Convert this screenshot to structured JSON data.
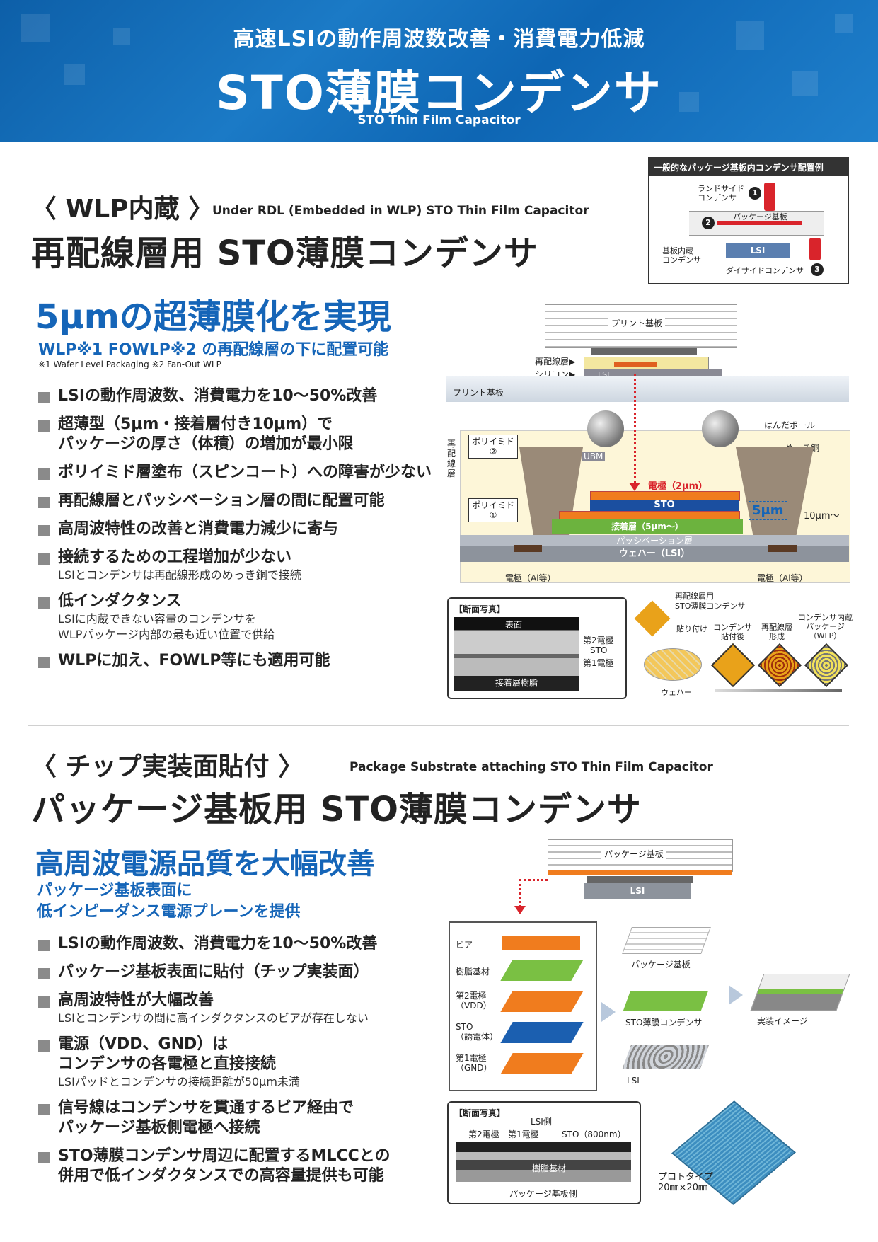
{
  "header": {
    "subtitle": "高速LSIの動作周波数改善・消費電力低減",
    "title": "STO薄膜コンデンサ",
    "title_en": "STO Thin Film Capacitor"
  },
  "layout_box": {
    "title": "一般的なパッケージ基板内コンデンサ配置例",
    "land_side": "ランドサイド\nコンデンサ",
    "package": "パッケージ基板",
    "embedded": "基板内蔵\nコンデンサ",
    "lsi": "LSI",
    "die_side": "ダイサイドコンデンサ",
    "n1": "1",
    "n2": "2",
    "n3": "3"
  },
  "section1": {
    "tag": "〈 WLP内蔵 〉",
    "tag_en": "Under RDL (Embedded in WLP) STO Thin Film Capacitor",
    "title": "再配線層用 STO薄膜コンデンサ",
    "headline": "5μmの超薄膜化を実現",
    "subhead": "WLP※1 FOWLP※2 の再配線層の下に配置可能",
    "note": "※1 Wafer Level Packaging  ※2 Fan-Out WLP",
    "bullets": [
      {
        "main": "LSIの動作周波数、消費電力を10～50%改善",
        "sub": ""
      },
      {
        "main": "超薄型（5μm・接着層付き10μm）で\nパッケージの厚さ（体積）の増加が最小限",
        "sub": ""
      },
      {
        "main": "ポリイミド層塗布（スピンコート）への障害が少ない",
        "sub": ""
      },
      {
        "main": "再配線層とパッシベーション層の間に配置可能",
        "sub": ""
      },
      {
        "main": "高周波特性の改善と消費電力減少に寄与",
        "sub": ""
      },
      {
        "main": "接続するための工程増加が少ない",
        "sub": "LSIとコンデンサは再配線形成のめっき銅で接続"
      },
      {
        "main": "低インダクタンス",
        "sub": "LSIに内蔵できない容量のコンデンサを\nWLPパッケージ内部の最も近い位置で供給"
      },
      {
        "main": "WLPに加え、FOWLP等にも適用可能",
        "sub": ""
      }
    ],
    "diagram": {
      "print_board": "プリント基板",
      "rdl": "再配線層▶",
      "silicon": "シリコン▶",
      "lsi": "LSI",
      "print_board2": "プリント基板",
      "solder_ball": "はんだボール",
      "plated_cu": "めっき銅",
      "polyimide2": "ポリイミド\n②",
      "polyimide1": "ポリイミド\n①",
      "ubm": "UBM",
      "rdl_vertical": "再配線層",
      "electrode": "電極（2μm）",
      "sto": "STO",
      "adhesive": "接着層（5μm～）",
      "passivation": "パッシベーション層",
      "wafer": "ウェハー（LSI）",
      "thickness5": "5μm",
      "thickness10": "10μm～",
      "electrode_al_left": "電極（Al等）",
      "electrode_al_right": "電極（Al等）"
    },
    "photo": {
      "title": "【断面写真】",
      "surface": "表面",
      "e2": "第2電極",
      "sto": "STO",
      "e1": "第1電極",
      "resin": "接着層樹脂"
    },
    "process": {
      "cap_label": "再配線層用\nSTO薄膜コンデンサ",
      "attach": "貼り付け",
      "after_attach": "コンデンサ\n貼付後",
      "rdl_form": "再配線層\n形成",
      "wlp": "コンデンサ内蔵\nパッケージ\n（WLP）",
      "wafer": "ウェハー"
    }
  },
  "section2": {
    "tag": "〈 チップ実装面貼付 〉",
    "tag_en": "Package Substrate attaching STO Thin Film Capacitor",
    "title": "パッケージ基板用 STO薄膜コンデンサ",
    "headline": "高周波電源品質を大幅改善",
    "subhead": "パッケージ基板表面に\n低インピーダンス電源プレーンを提供",
    "bullets": [
      {
        "main": "LSIの動作周波数、消費電力を10～50%改善",
        "sub": ""
      },
      {
        "main": "パッケージ基板表面に貼付（チップ実装面）",
        "sub": ""
      },
      {
        "main": "高周波特性が大幅改善",
        "sub": "LSIとコンデンサの間に高インダクタンスのビアが存在しない"
      },
      {
        "main": "電源（VDD、GND）は\nコンデンサの各電極と直接接続",
        "sub": "LSIパッドとコンデンサの接続距離が50μm未満"
      },
      {
        "main": "信号線はコンデンサを貫通するビア経由で\nパッケージ基板側電極へ接続",
        "sub": ""
      },
      {
        "main": "STO薄膜コンデンサ周辺に配置するMLCCとの\n併用で低インダクタンスでの高容量提供も可能",
        "sub": ""
      }
    ],
    "diagram": {
      "package": "パッケージ基板",
      "lsi": "LSI",
      "via": "ビア",
      "resin": "樹脂基材",
      "e2": "第2電極\n（VDD）",
      "sto": "STO\n（誘電体）",
      "e1": "第1電極\n（GND）",
      "pkg2": "パッケージ基板",
      "sto_cap": "STO薄膜コンデンサ",
      "lsi2": "LSI",
      "mount": "実装イメージ"
    },
    "photo": {
      "title": "【断面写真】",
      "lsi_side": "LSI側",
      "e2": "第2電極",
      "e1": "第1電極",
      "sto": "STO（800nm）",
      "resin": "樹脂基材",
      "pkg_side": "パッケージ基板側"
    },
    "prototype": "プロトタイプ\n20㎜×20㎜"
  }
}
